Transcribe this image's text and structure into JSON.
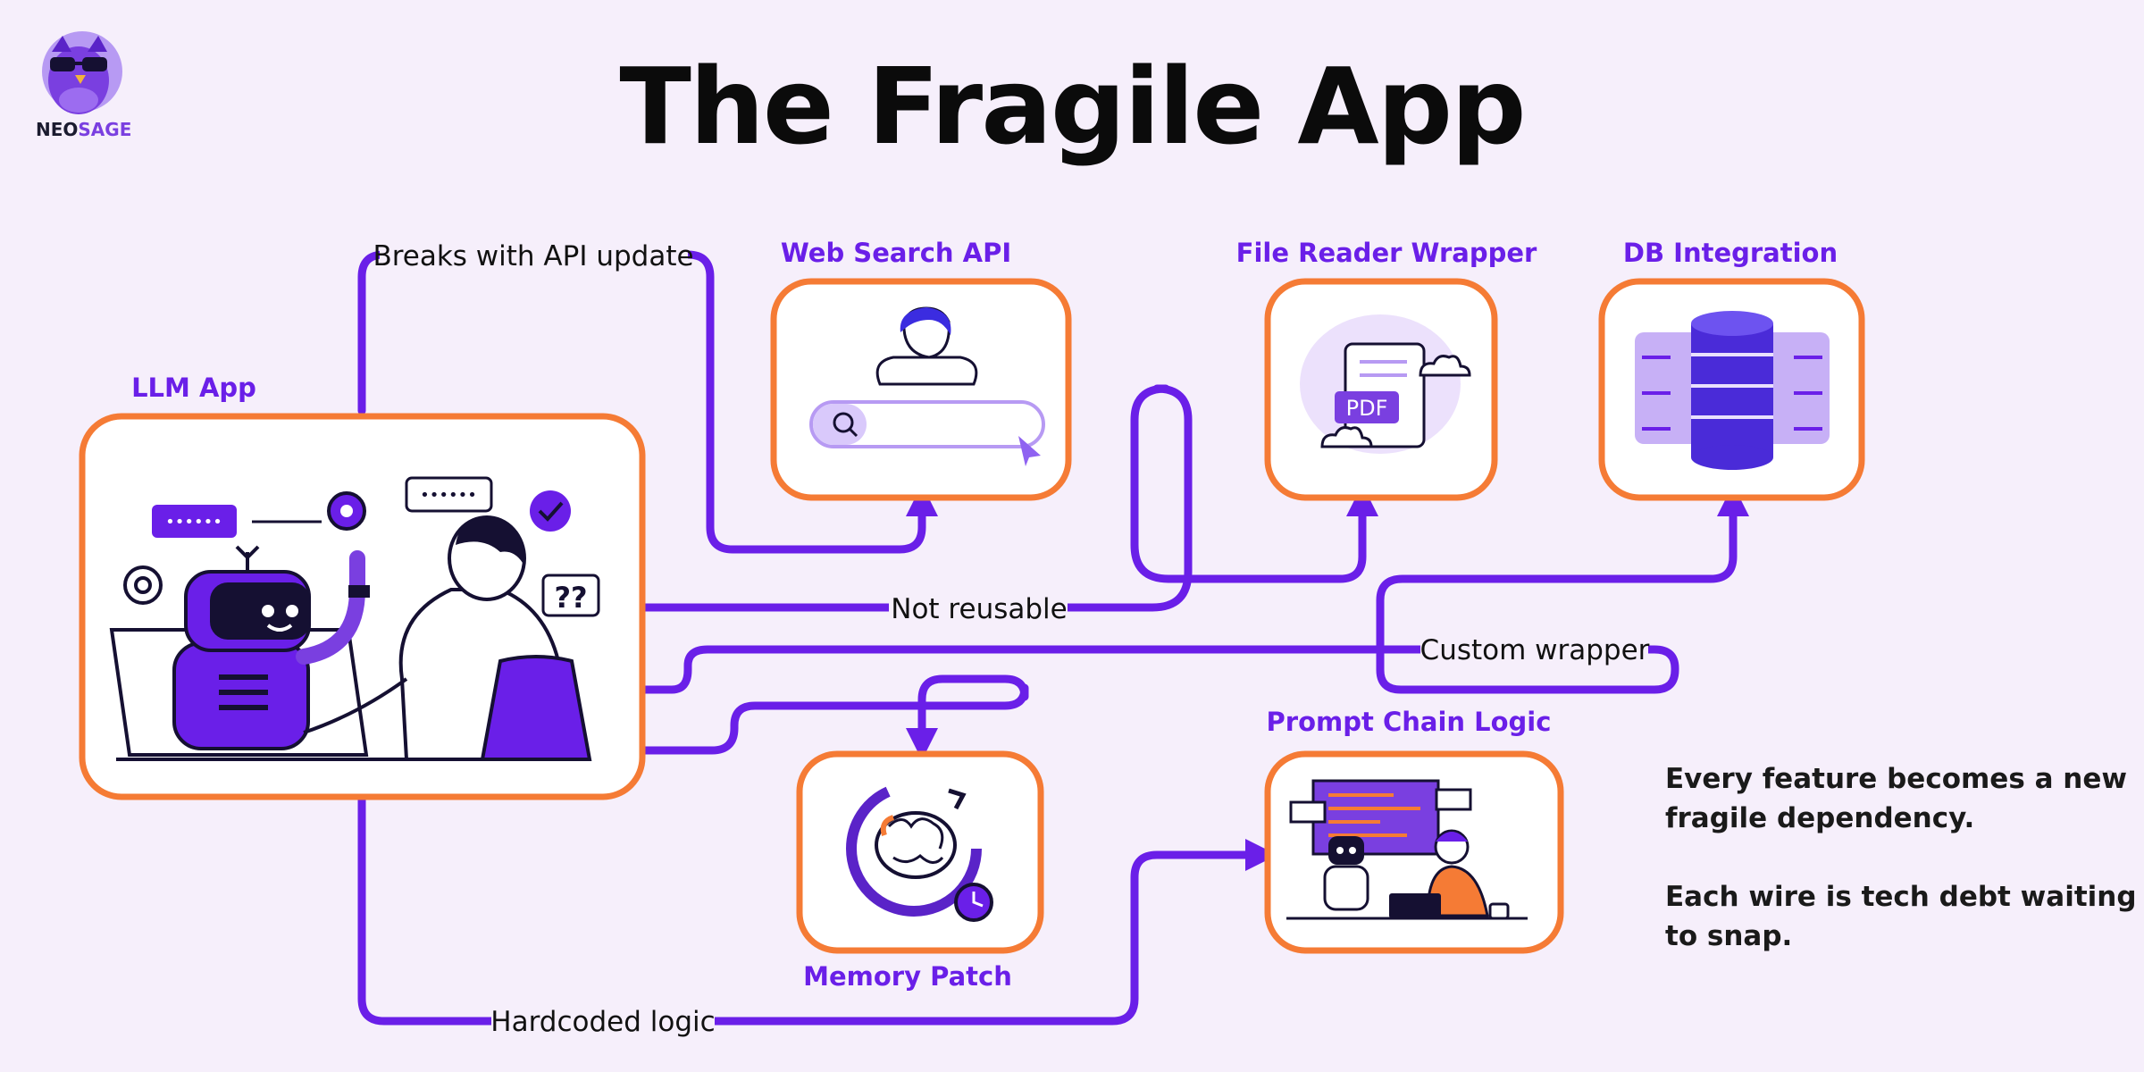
{
  "title": "The Fragile App",
  "brand": {
    "part1": "NEO",
    "part2": "SAGE"
  },
  "colors": {
    "accent": "#6a1fe8",
    "box_border": "#f57b35",
    "background": "#f6effb",
    "text": "#111111"
  },
  "nodes": {
    "llm_app": "LLM App",
    "web_search": "Web Search API",
    "file_reader": "File Reader Wrapper",
    "db": "DB Integration",
    "memory": "Memory Patch",
    "prompt_chain": "Prompt Chain Logic"
  },
  "wires": {
    "api_update": "Breaks with API update",
    "not_reusable": "Not reusable",
    "custom_wrapper": "Custom wrapper",
    "hardcoded": "Hardcoded logic"
  },
  "icons": {
    "pdf": "PDF",
    "question": "??",
    "ellipsis": "••••••"
  },
  "notes": {
    "line1": "Every feature becomes a new",
    "line2": "fragile dependency.",
    "line3": "Each wire is tech debt waiting",
    "line4": "to snap."
  }
}
